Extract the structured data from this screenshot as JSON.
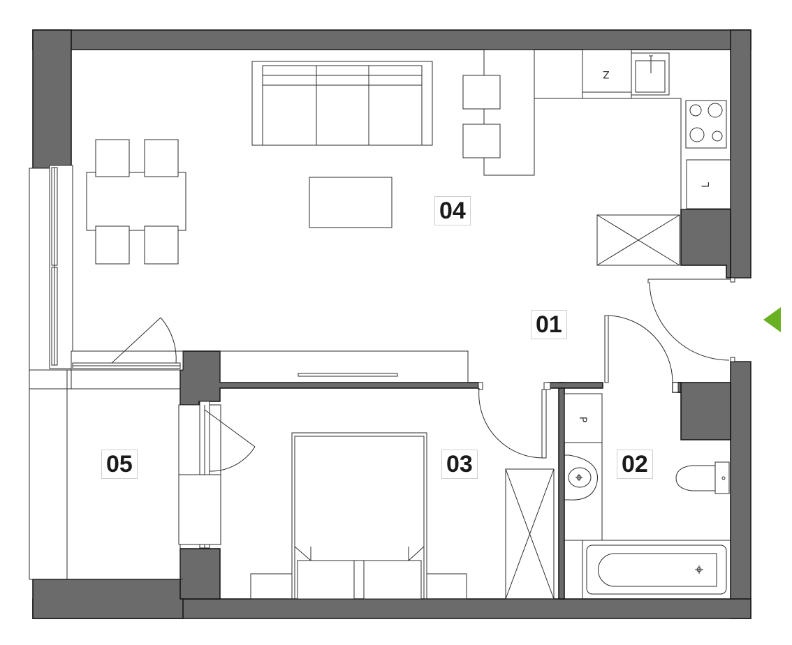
{
  "colors": {
    "wall": "#6b6b6b",
    "line": "#2b2b2b",
    "entrance_arrow": "#6ab023"
  },
  "rooms": {
    "hall": "01",
    "bathroom": "02",
    "bedroom": "03",
    "living_kitchen": "04",
    "balcony": "05"
  },
  "fixtures": {
    "fridge": "Z",
    "dishwasher": "L",
    "washing_machine": "P"
  },
  "icons": [
    "entrance-arrow-icon"
  ]
}
